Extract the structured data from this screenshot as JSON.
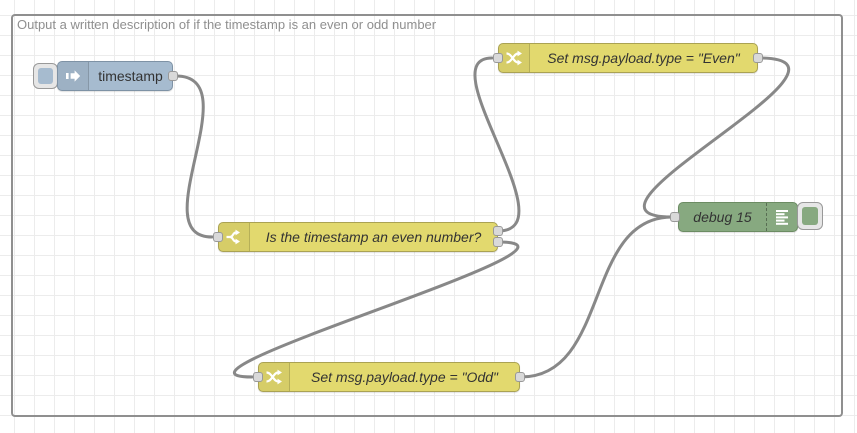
{
  "group": {
    "label": "Output a written description of if the timestamp is an even or odd number"
  },
  "nodes": {
    "inject": {
      "type": "inject",
      "label": "timestamp",
      "color": "#a6bbcf",
      "icon": "inject-arrow-icon",
      "has_button": true
    },
    "switch": {
      "type": "switch",
      "label": "Is the timestamp an even number?",
      "color": "#e2d96e",
      "icon": "switch-fork-icon",
      "outputs": 2
    },
    "change_even": {
      "type": "change",
      "label": "Set msg.payload.type = \"Even\"",
      "color": "#e2d96e",
      "icon": "change-shuffle-icon"
    },
    "change_odd": {
      "type": "change",
      "label": "Set msg.payload.type = \"Odd\"",
      "color": "#e2d96e",
      "icon": "change-shuffle-icon"
    },
    "debug": {
      "type": "debug",
      "label": "debug 15",
      "color": "#87a980",
      "icon": "debug-list-icon",
      "has_button": true
    }
  },
  "connections": [
    {
      "from": "inject",
      "to": "switch"
    },
    {
      "from": "switch:output-1",
      "to": "change_even"
    },
    {
      "from": "switch:output-2",
      "to": "change_odd"
    },
    {
      "from": "change_even",
      "to": "debug"
    },
    {
      "from": "change_odd",
      "to": "debug"
    }
  ],
  "colors": {
    "inject_node": "#a6bbcf",
    "function_node_yellow": "#e2d96e",
    "debug_node": "#87a980",
    "wire": "#888888",
    "port": "#d9d9d9",
    "grid_line": "#ececec",
    "group_border": "#8f8f8f",
    "label_text": "#333333",
    "group_label_text": "#8f8f8f"
  }
}
